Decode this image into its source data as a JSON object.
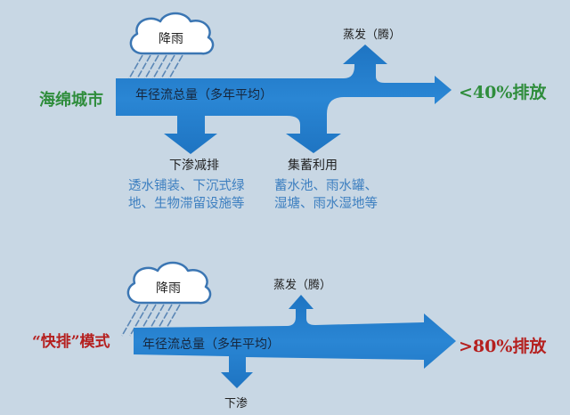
{
  "sponge_city": {
    "label": "海绵城市",
    "rain": "降雨",
    "flow": "年径流总量（多年平均）",
    "evaporation": "蒸发（腾）",
    "discharge": "<40%排放",
    "infiltration": {
      "label": "下渗减排",
      "examples": [
        "透水铺装、下沉式绿",
        "地、生物滞留设施等"
      ]
    },
    "harvesting": {
      "label": "集蓄利用",
      "examples": [
        "蓄水池、雨水罐、",
        "湿塘、雨水湿地等"
      ]
    }
  },
  "fast_drainage": {
    "label": "“快排”模式",
    "rain": "降雨",
    "flow": "年径流总量（多年平均）",
    "evaporation": "蒸发（腾）",
    "discharge": ">80%排放",
    "infiltration": "下渗"
  },
  "icons": {
    "cloud": "rain-cloud-icon",
    "rain": "rain-drops-icon"
  },
  "colors": {
    "background": "#c8d7e4",
    "flow": "#2a86d4",
    "flow_dark": "#1e74c2",
    "sponge_accent": "#2f8d3c",
    "fast_accent": "#b5201f",
    "example_text": "#3d7fc0",
    "cloud_stroke": "#3b76b3",
    "rain": "#5b87b6"
  }
}
